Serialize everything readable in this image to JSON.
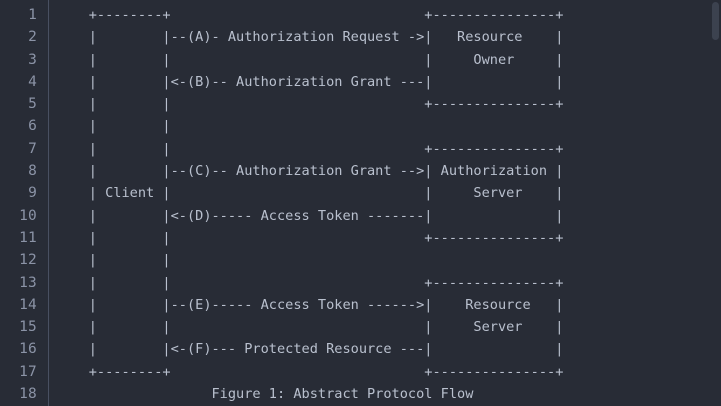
{
  "editor": {
    "background_color": "#282c36",
    "text_color": "#b9c0ce",
    "gutter_text_color": "#8b93a6",
    "gutter_rule_color": "#495061",
    "scrollbar_thumb_color": "#3c424f",
    "line_numbers": [
      "1",
      "2",
      "3",
      "4",
      "5",
      "6",
      "7",
      "8",
      "9",
      "10",
      "11",
      "12",
      "13",
      "14",
      "15",
      "16",
      "17",
      "18"
    ],
    "lines": [
      "    +--------+                               +---------------+",
      "    |        |--(A)- Authorization Request ->|   Resource    |",
      "    |        |                               |     Owner     |",
      "    |        |<-(B)-- Authorization Grant ---|               |",
      "    |        |                               +---------------+",
      "    |        |",
      "    |        |                               +---------------+",
      "    |        |--(C)-- Authorization Grant -->| Authorization |",
      "    | Client |                               |     Server    |",
      "    |        |<-(D)----- Access Token -------|               |",
      "    |        |                               +---------------+",
      "    |        |",
      "    |        |                               +---------------+",
      "    |        |--(E)----- Access Token ------>|    Resource   |",
      "    |        |                               |     Server    |",
      "    |        |<-(F)--- Protected Resource ---|               |",
      "    +--------+                               +---------------+",
      "                   Figure 1: Abstract Protocol Flow"
    ],
    "figure_caption": "Figure 1: Abstract Protocol Flow",
    "diagram": {
      "title": "Figure 1: Abstract Protocol Flow",
      "nodes": [
        {
          "id": "client",
          "label": "Client"
        },
        {
          "id": "resource-owner",
          "label": "Resource Owner"
        },
        {
          "id": "authorization-server",
          "label": "Authorization Server"
        },
        {
          "id": "resource-server",
          "label": "Resource Server"
        }
      ],
      "steps": [
        {
          "tag": "A",
          "label": "Authorization Request",
          "from": "client",
          "to": "resource-owner",
          "direction": "right"
        },
        {
          "tag": "B",
          "label": "Authorization Grant",
          "from": "resource-owner",
          "to": "client",
          "direction": "left"
        },
        {
          "tag": "C",
          "label": "Authorization Grant",
          "from": "client",
          "to": "authorization-server",
          "direction": "right"
        },
        {
          "tag": "D",
          "label": "Access Token",
          "from": "authorization-server",
          "to": "client",
          "direction": "left"
        },
        {
          "tag": "E",
          "label": "Access Token",
          "from": "client",
          "to": "resource-server",
          "direction": "right"
        },
        {
          "tag": "F",
          "label": "Protected Resource",
          "from": "resource-server",
          "to": "client",
          "direction": "left"
        }
      ]
    }
  }
}
